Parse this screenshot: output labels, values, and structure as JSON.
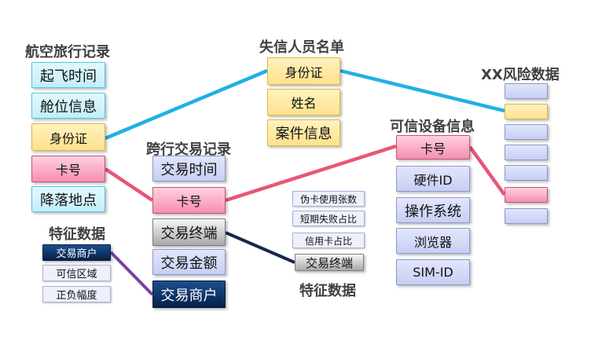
{
  "flight": {
    "title": "航空旅行记录",
    "items": [
      "起飞时间",
      "舱位信息",
      "身份证",
      "卡号",
      "降落地点"
    ]
  },
  "dishonest": {
    "title": "失信人员名单",
    "items": [
      "身份证",
      "姓名",
      "案件信息"
    ]
  },
  "risk": {
    "title": "XX风险数据"
  },
  "cross": {
    "title": "跨行交易记录",
    "items": [
      "交易时间",
      "卡号",
      "交易终端",
      "交易金额",
      "交易商户"
    ]
  },
  "device": {
    "title": "可信设备信息",
    "items": [
      "卡号",
      "硬件ID",
      "操作系统",
      "浏览器",
      "SIM-ID"
    ]
  },
  "features_left": {
    "title": "特征数据",
    "items": [
      "交易商户",
      "可信区域",
      "正负幅度"
    ]
  },
  "features_mid": {
    "title": "特征数据",
    "items": [
      "伪卡使用张数",
      "短期失败占比",
      "信用卡占比",
      "交易终端"
    ]
  },
  "colors": {
    "cyan_line": "#1fb0e4",
    "pink_line": "#e95577",
    "navy_line": "#16294d",
    "purple_line": "#7b3fa3"
  }
}
